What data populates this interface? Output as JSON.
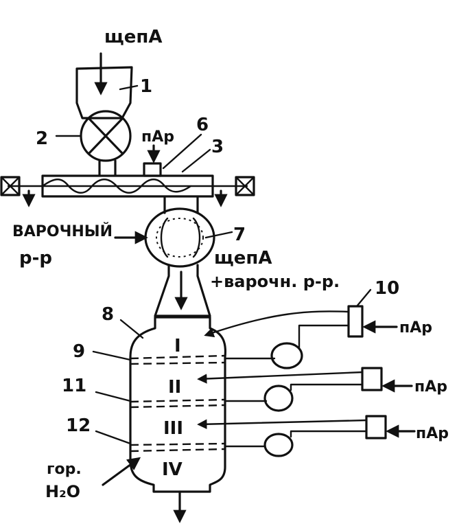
{
  "labels": {
    "chips_top": "щепА",
    "n1": "1",
    "n2": "2",
    "steam_top": "пАр",
    "n6": "6",
    "n3": "3",
    "cooking_liquor_1": "ВАРОЧНЫЙ",
    "cooking_liquor_2": "р-р",
    "n7": "7",
    "chips_liquor_1": "щепА",
    "chips_liquor_2": "+варочн. р-р.",
    "n10": "10",
    "n8": "8",
    "steam_1": "пАр",
    "zone_1": "I",
    "n9": "9",
    "zone_2": "II",
    "steam_2": "пАр",
    "n11": "11",
    "zone_3": "III",
    "steam_3": "пАр",
    "n12": "12",
    "hot_water_1": "гор.",
    "hot_water_2": "H₂O",
    "zone_4": "IV"
  }
}
